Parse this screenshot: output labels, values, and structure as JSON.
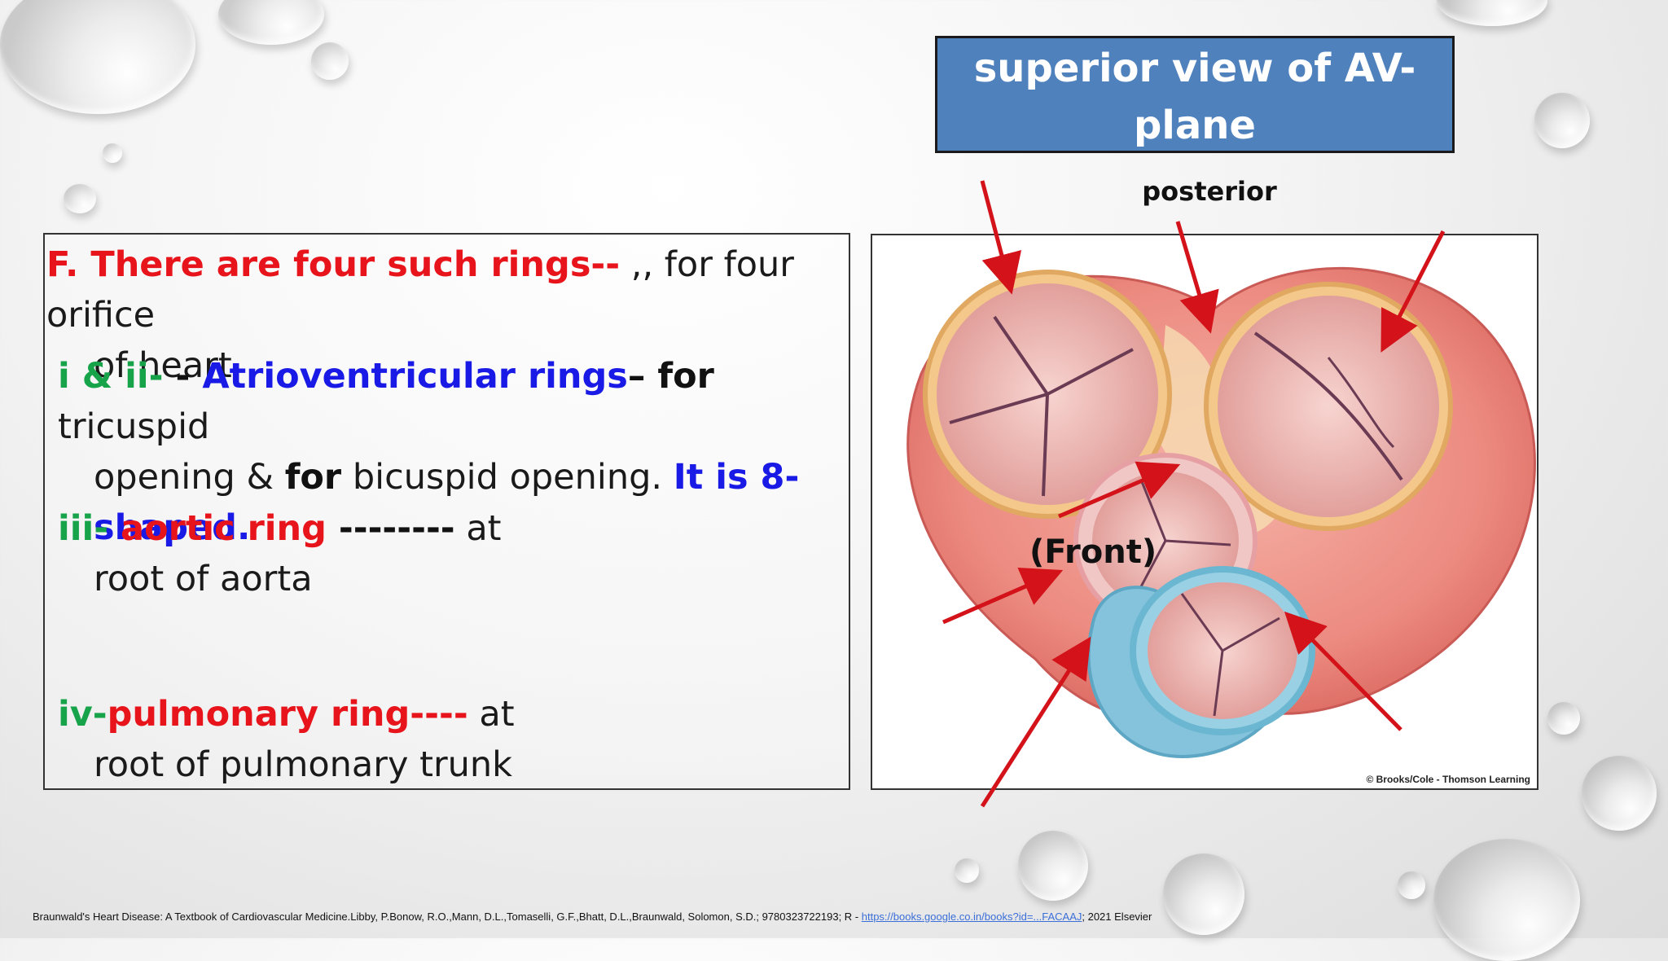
{
  "title": {
    "line1": "superior view of AV-",
    "line2": "plane"
  },
  "figure": {
    "posterior_label": "posterior",
    "front_label": "(Front)",
    "credit": "© Brooks/Cole - Thomson Learning"
  },
  "text": {
    "p1": {
      "lead": "F. There are four such rings--",
      "rest1": " ,, for four orifice",
      "rest2": "of heart"
    },
    "p2": {
      "num": "i & ii-",
      "dash": " - ",
      "term": "Atrioventricular rings",
      "sep": "– for",
      "rest1": " tricuspid",
      "line2a": "opening & ",
      "line2b": "for",
      "line2c": " bicuspid opening. ",
      "line2d": "It is 8-",
      "line3": "shaped."
    },
    "p3": {
      "num": "iii-",
      "term": " aortic ring",
      "dashes": " --------",
      "rest1": " at",
      "line2": "root of aorta"
    },
    "p4": {
      "num": "iv-",
      "term": "pulmonary ring----",
      "rest1": " at",
      "line2": "root of pulmonary trunk"
    }
  },
  "citation": {
    "text": "Braunwald's Heart Disease: A Textbook of Cardiovascular Medicine.Libby, P.Bonow, R.O.,Mann, D.L.,Tomaselli, G.F.,Bhatt, D.L.,Braunwald, Solomon, S.D.; 9780323722193; R  - ",
    "link": "https://books.google.co.in/books?id=...FACAAJ",
    "tail": "; 2021 Elsevier"
  },
  "colors": {
    "title_bg": "#4f81bd",
    "red": "#e8141b",
    "blue": "#1a1ae6",
    "green": "#16a34a"
  }
}
